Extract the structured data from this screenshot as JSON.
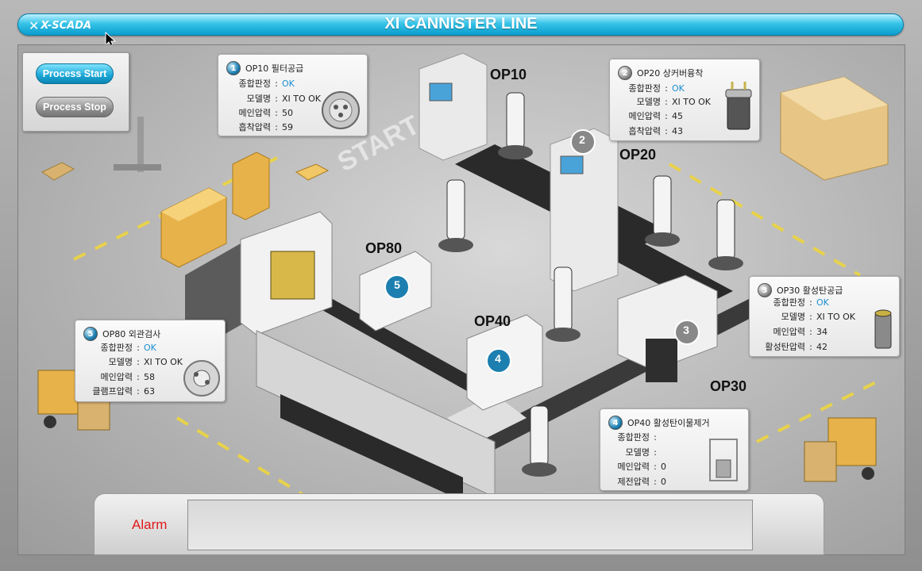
{
  "header": {
    "logo_text": "X-SCADA",
    "title": "XI CANNISTER LINE"
  },
  "controls": {
    "start_label": "Process Start",
    "stop_label": "Process Stop"
  },
  "scene_text": {
    "start_floor": "START"
  },
  "stations": {
    "op10": {
      "label": "OP10",
      "panel_title": "OP10 필터공급",
      "badge": "1",
      "rows": [
        {
          "label": "종합판정",
          "value": "OK"
        },
        {
          "label": "모델명",
          "value": "XI TO OK"
        },
        {
          "label": "메인압력",
          "value": "50"
        },
        {
          "label": "흡착압력",
          "value": "59"
        }
      ]
    },
    "op20": {
      "label": "OP20",
      "panel_title": "OP20 상커버융착",
      "badge": "2",
      "rows": [
        {
          "label": "종합판정",
          "value": "OK"
        },
        {
          "label": "모델명",
          "value": "XI TO OK"
        },
        {
          "label": "메인압력",
          "value": "45"
        },
        {
          "label": "흡착압력",
          "value": "43"
        }
      ]
    },
    "op30": {
      "label": "OP30",
      "panel_title": "OP30 활성탄공급",
      "badge": "3",
      "rows": [
        {
          "label": "종합판정",
          "value": "OK"
        },
        {
          "label": "모델명",
          "value": "XI TO OK"
        },
        {
          "label": "메인압력",
          "value": "34"
        },
        {
          "label": "활성탄압력",
          "value": "42"
        }
      ]
    },
    "op40": {
      "label": "OP40",
      "panel_title": "OP40 활성탄이물제거",
      "badge": "4",
      "rows": [
        {
          "label": "종합판정",
          "value": ""
        },
        {
          "label": "모델명",
          "value": ""
        },
        {
          "label": "메인압력",
          "value": "0"
        },
        {
          "label": "제전압력",
          "value": "0"
        }
      ]
    },
    "op80": {
      "label": "OP80",
      "panel_title": "OP80 외관검사",
      "badge": "5",
      "rows": [
        {
          "label": "종합판정",
          "value": "OK"
        },
        {
          "label": "모델명",
          "value": "XI TO OK"
        },
        {
          "label": "메인압력",
          "value": "58"
        },
        {
          "label": "클램프압력",
          "value": "63"
        }
      ]
    }
  },
  "alarm": {
    "label": "Alarm",
    "message": ""
  },
  "colors": {
    "ok": "#1b8fd1",
    "alarm": "#e01818",
    "title_bar": "#35c3e8"
  }
}
